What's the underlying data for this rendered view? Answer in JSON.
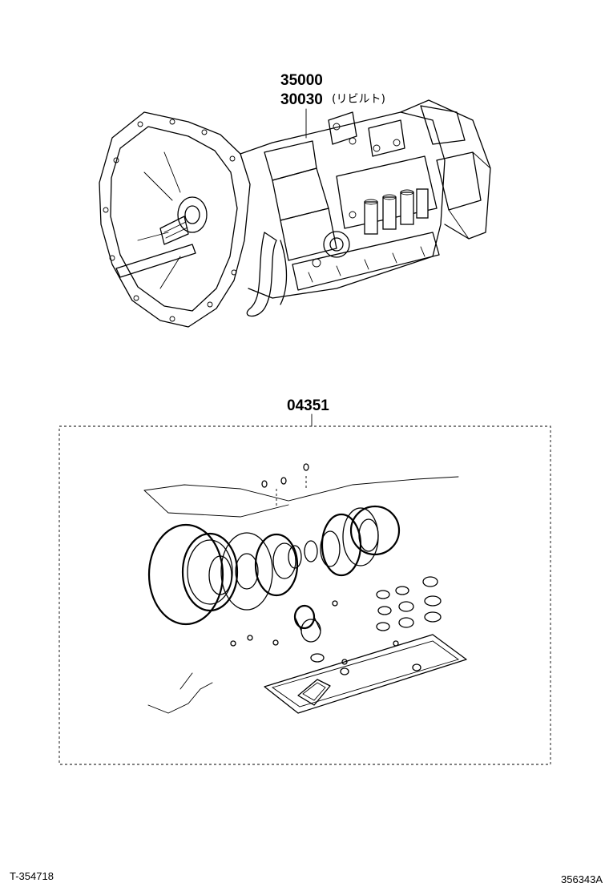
{
  "callouts": {
    "assembly_main": "35000",
    "assembly_rebuilt": "30030",
    "assembly_rebuilt_note": "(リビルト)",
    "gasket_kit": "04351"
  },
  "footer": {
    "left_code": "T-354718",
    "right_code": "356343A"
  }
}
